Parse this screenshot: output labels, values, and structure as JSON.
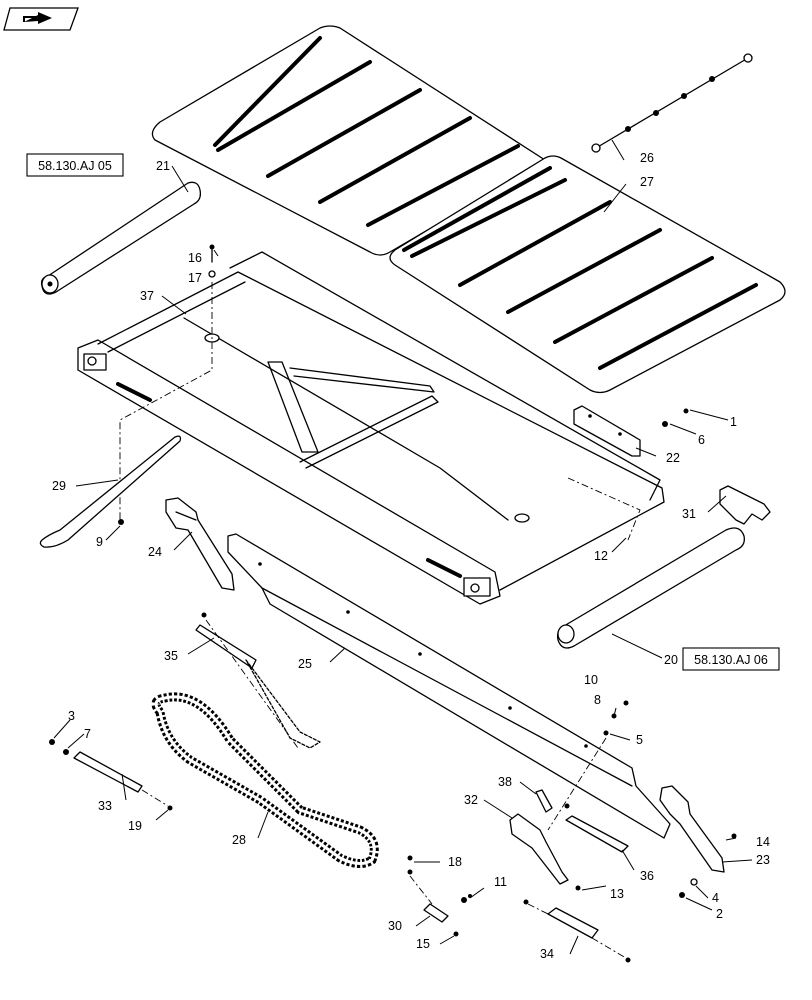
{
  "references": [
    {
      "id": "ref-left",
      "text": "58.130.AJ 05"
    },
    {
      "id": "ref-right",
      "text": "58.130.AJ 06"
    }
  ],
  "callouts": [
    {
      "n": "1"
    },
    {
      "n": "2"
    },
    {
      "n": "3"
    },
    {
      "n": "4"
    },
    {
      "n": "5"
    },
    {
      "n": "6"
    },
    {
      "n": "7"
    },
    {
      "n": "8"
    },
    {
      "n": "9"
    },
    {
      "n": "10"
    },
    {
      "n": "11"
    },
    {
      "n": "12"
    },
    {
      "n": "13"
    },
    {
      "n": "14"
    },
    {
      "n": "15"
    },
    {
      "n": "16"
    },
    {
      "n": "17"
    },
    {
      "n": "18"
    },
    {
      "n": "19"
    },
    {
      "n": "20"
    },
    {
      "n": "21"
    },
    {
      "n": "22"
    },
    {
      "n": "23"
    },
    {
      "n": "24"
    },
    {
      "n": "25"
    },
    {
      "n": "26"
    },
    {
      "n": "27"
    },
    {
      "n": "28"
    },
    {
      "n": "29"
    },
    {
      "n": "30"
    },
    {
      "n": "31"
    },
    {
      "n": "32"
    },
    {
      "n": "33"
    },
    {
      "n": "34"
    },
    {
      "n": "35"
    },
    {
      "n": "36"
    },
    {
      "n": "37"
    },
    {
      "n": "38"
    }
  ],
  "nav_icon": "next-page-arrow-icon"
}
